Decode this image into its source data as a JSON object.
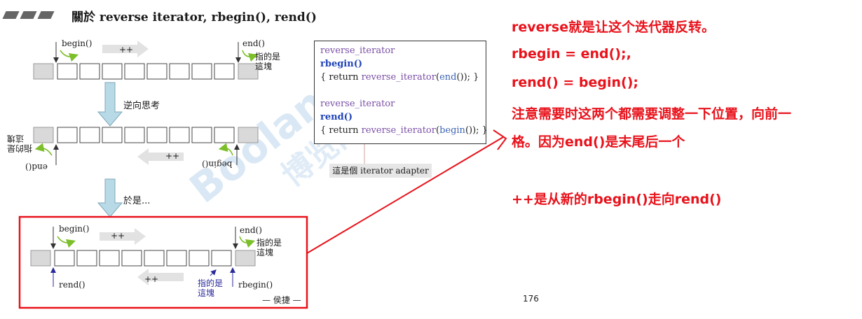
{
  "slide": {
    "title": "關於 reverse iterator, rbegin(), rend()",
    "page_number": "176"
  },
  "diagram": {
    "top": {
      "begin_label": "begin()",
      "end_label": "end()",
      "points_to_label_1": "指的是",
      "points_to_label_2": "這塊",
      "plus_label": "++"
    },
    "arrow_note_1": "逆向思考",
    "middle": {
      "begin_label": "begin()",
      "end_label": "end()",
      "points_to_label_1": "指的是",
      "points_to_label_2": "這塊",
      "plus_label": "++"
    },
    "arrow_note_2": "於是...",
    "bottom": {
      "begin_label": "begin()",
      "end_label": "end()",
      "points_to_label_1": "指的是",
      "points_to_label_2": "這塊",
      "rend_label": "rend()",
      "rbegin_label": "rbegin()",
      "rbegin_points_1": "指的是",
      "rbegin_points_2": "這塊",
      "plus_top": "++",
      "plus_bottom": "++",
      "author": "— 侯捷 —"
    }
  },
  "code": {
    "line1": "reverse_iterator",
    "line2": "rbegin()",
    "line3_a": "{ return ",
    "line3_b": "reverse_iterator",
    "line3_c": "(",
    "line3_d": "end",
    "line3_e": "()); }",
    "line4": "reverse_iterator",
    "line5": "rend()",
    "line6_a": "{ return ",
    "line6_b": "reverse_iterator",
    "line6_c": "(",
    "line6_d": "begin",
    "line6_e": "()); }"
  },
  "adapter_label": "這是個 iterator adapter",
  "notes": {
    "line1": "reverse就是让这个迭代器反转。",
    "line2": "rbegin = end();,",
    "line3": "rend() = begin();",
    "line4": "注意需要时这两个都需要调整一下位置，向前一",
    "line5": "格。因为end()是末尾后一个",
    "line6": "++是从新的rbegin()走向rend()"
  },
  "watermark": {
    "text": "Boolan",
    "text2": "博览网"
  },
  "colors": {
    "highlight_red": "#e8121b",
    "cell_grey": "#d9d9d9",
    "code_purple": "#7a4fa6",
    "code_blue": "#1f43b8"
  }
}
